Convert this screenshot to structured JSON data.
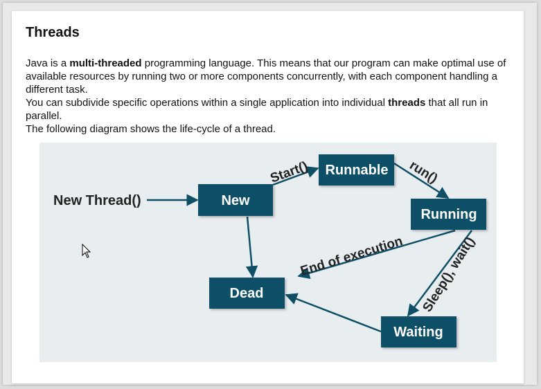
{
  "article": {
    "title": "Threads",
    "para1_prefix": "Java is a ",
    "para1_bold": "multi-threaded",
    "para1_suffix": " programming language. This means that our program can make optimal use of available resources by running two or more components concurrently, with each component handling a different task.",
    "para2_prefix": "You can subdivide specific operations within a single application into individual ",
    "para2_bold": "threads",
    "para2_suffix": " that all run in parallel.",
    "para3": "The following diagram shows the life-cycle of a thread."
  },
  "diagram": {
    "colors": {
      "state_fill": "#0e4f66",
      "background": "#e8edf0",
      "edge": "#0e4f66",
      "text_dark": "#222222"
    },
    "entry_label": "New Thread()",
    "states": {
      "new": "New",
      "runnable": "Runnable",
      "running": "Running",
      "dead": "Dead",
      "waiting": "Waiting"
    },
    "edges": {
      "start": "Start()",
      "run": "run()",
      "end": "End of execution",
      "sleep": "Sleep(), wait()"
    }
  }
}
